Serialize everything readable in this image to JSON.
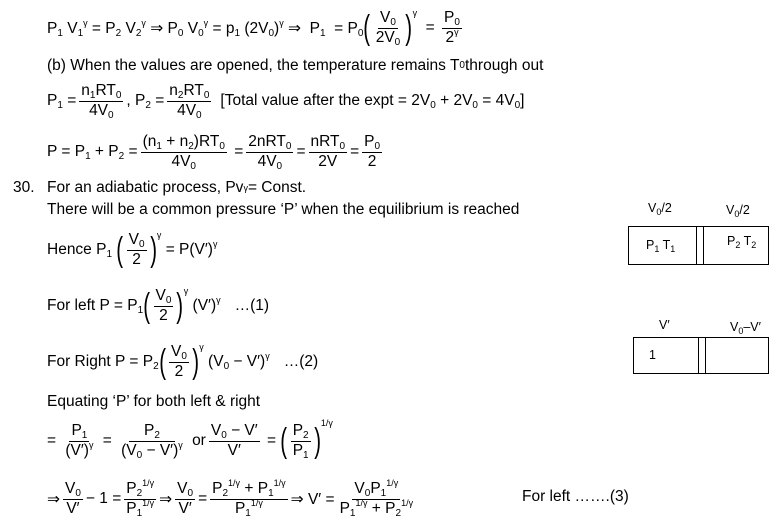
{
  "part_a": {
    "eq1_lhs": "P",
    "eq1_text": "P₁ V₁ʸ = P₂ V₂ʸ ⇒ P₀ V₀ʸ = p₁ (2V₀)ʸ ⇒ P₁ = P₀(V₀/2V₀)ʸ = P₀/2ʸ"
  },
  "part_b": {
    "intro": "(b) When the values are opened, the temperature remains T",
    "intro_sub": "0",
    "intro_tail": " through out",
    "p_eq_bracket": "[Total value after the expt = 2V",
    "bracket_mid": " + 2V",
    "bracket_end": " = 4V",
    "bracket_close": "]",
    "final": "P = P₁ + P₂ = (n₁+n₂)RT₀/4V₀ = 2nRT₀/4V₀ = nRT₀/2V = P₀/2"
  },
  "question_30": {
    "number": "30.",
    "line1": "For an adiabatic process, Pv",
    "line1_tail": " = Const.",
    "line2": "There will be a common pressure ‘P’ when the equilibrium is reached",
    "hence": "Hence P",
    "for_left": "For left P = ",
    "eq_num_1": "…(1)",
    "for_right": "For Right P = ",
    "eq_num_2": "…(2)",
    "equating": "Equating ‘P’ for both left & right",
    "or": "or",
    "for_left_3": "For left …….(3)"
  },
  "diagram1": {
    "label_left": "V",
    "label_left_sub": "0",
    "label_left_tail": "/2",
    "label_right": "V",
    "label_right_sub": "0",
    "label_right_tail": "/2",
    "cell_left": "P₁ T₁",
    "cell_right": "P₂ T₂"
  },
  "diagram2": {
    "label_left": "V′",
    "label_right": "V",
    "label_right_sub": "0",
    "label_right_tail": "–V′",
    "cell_left": "1"
  },
  "symbols": {
    "gamma": "γ",
    "inv_gamma": "1/γ",
    "implies": "⇒",
    "equals": "=",
    "plus": "+",
    "minus": "−"
  }
}
